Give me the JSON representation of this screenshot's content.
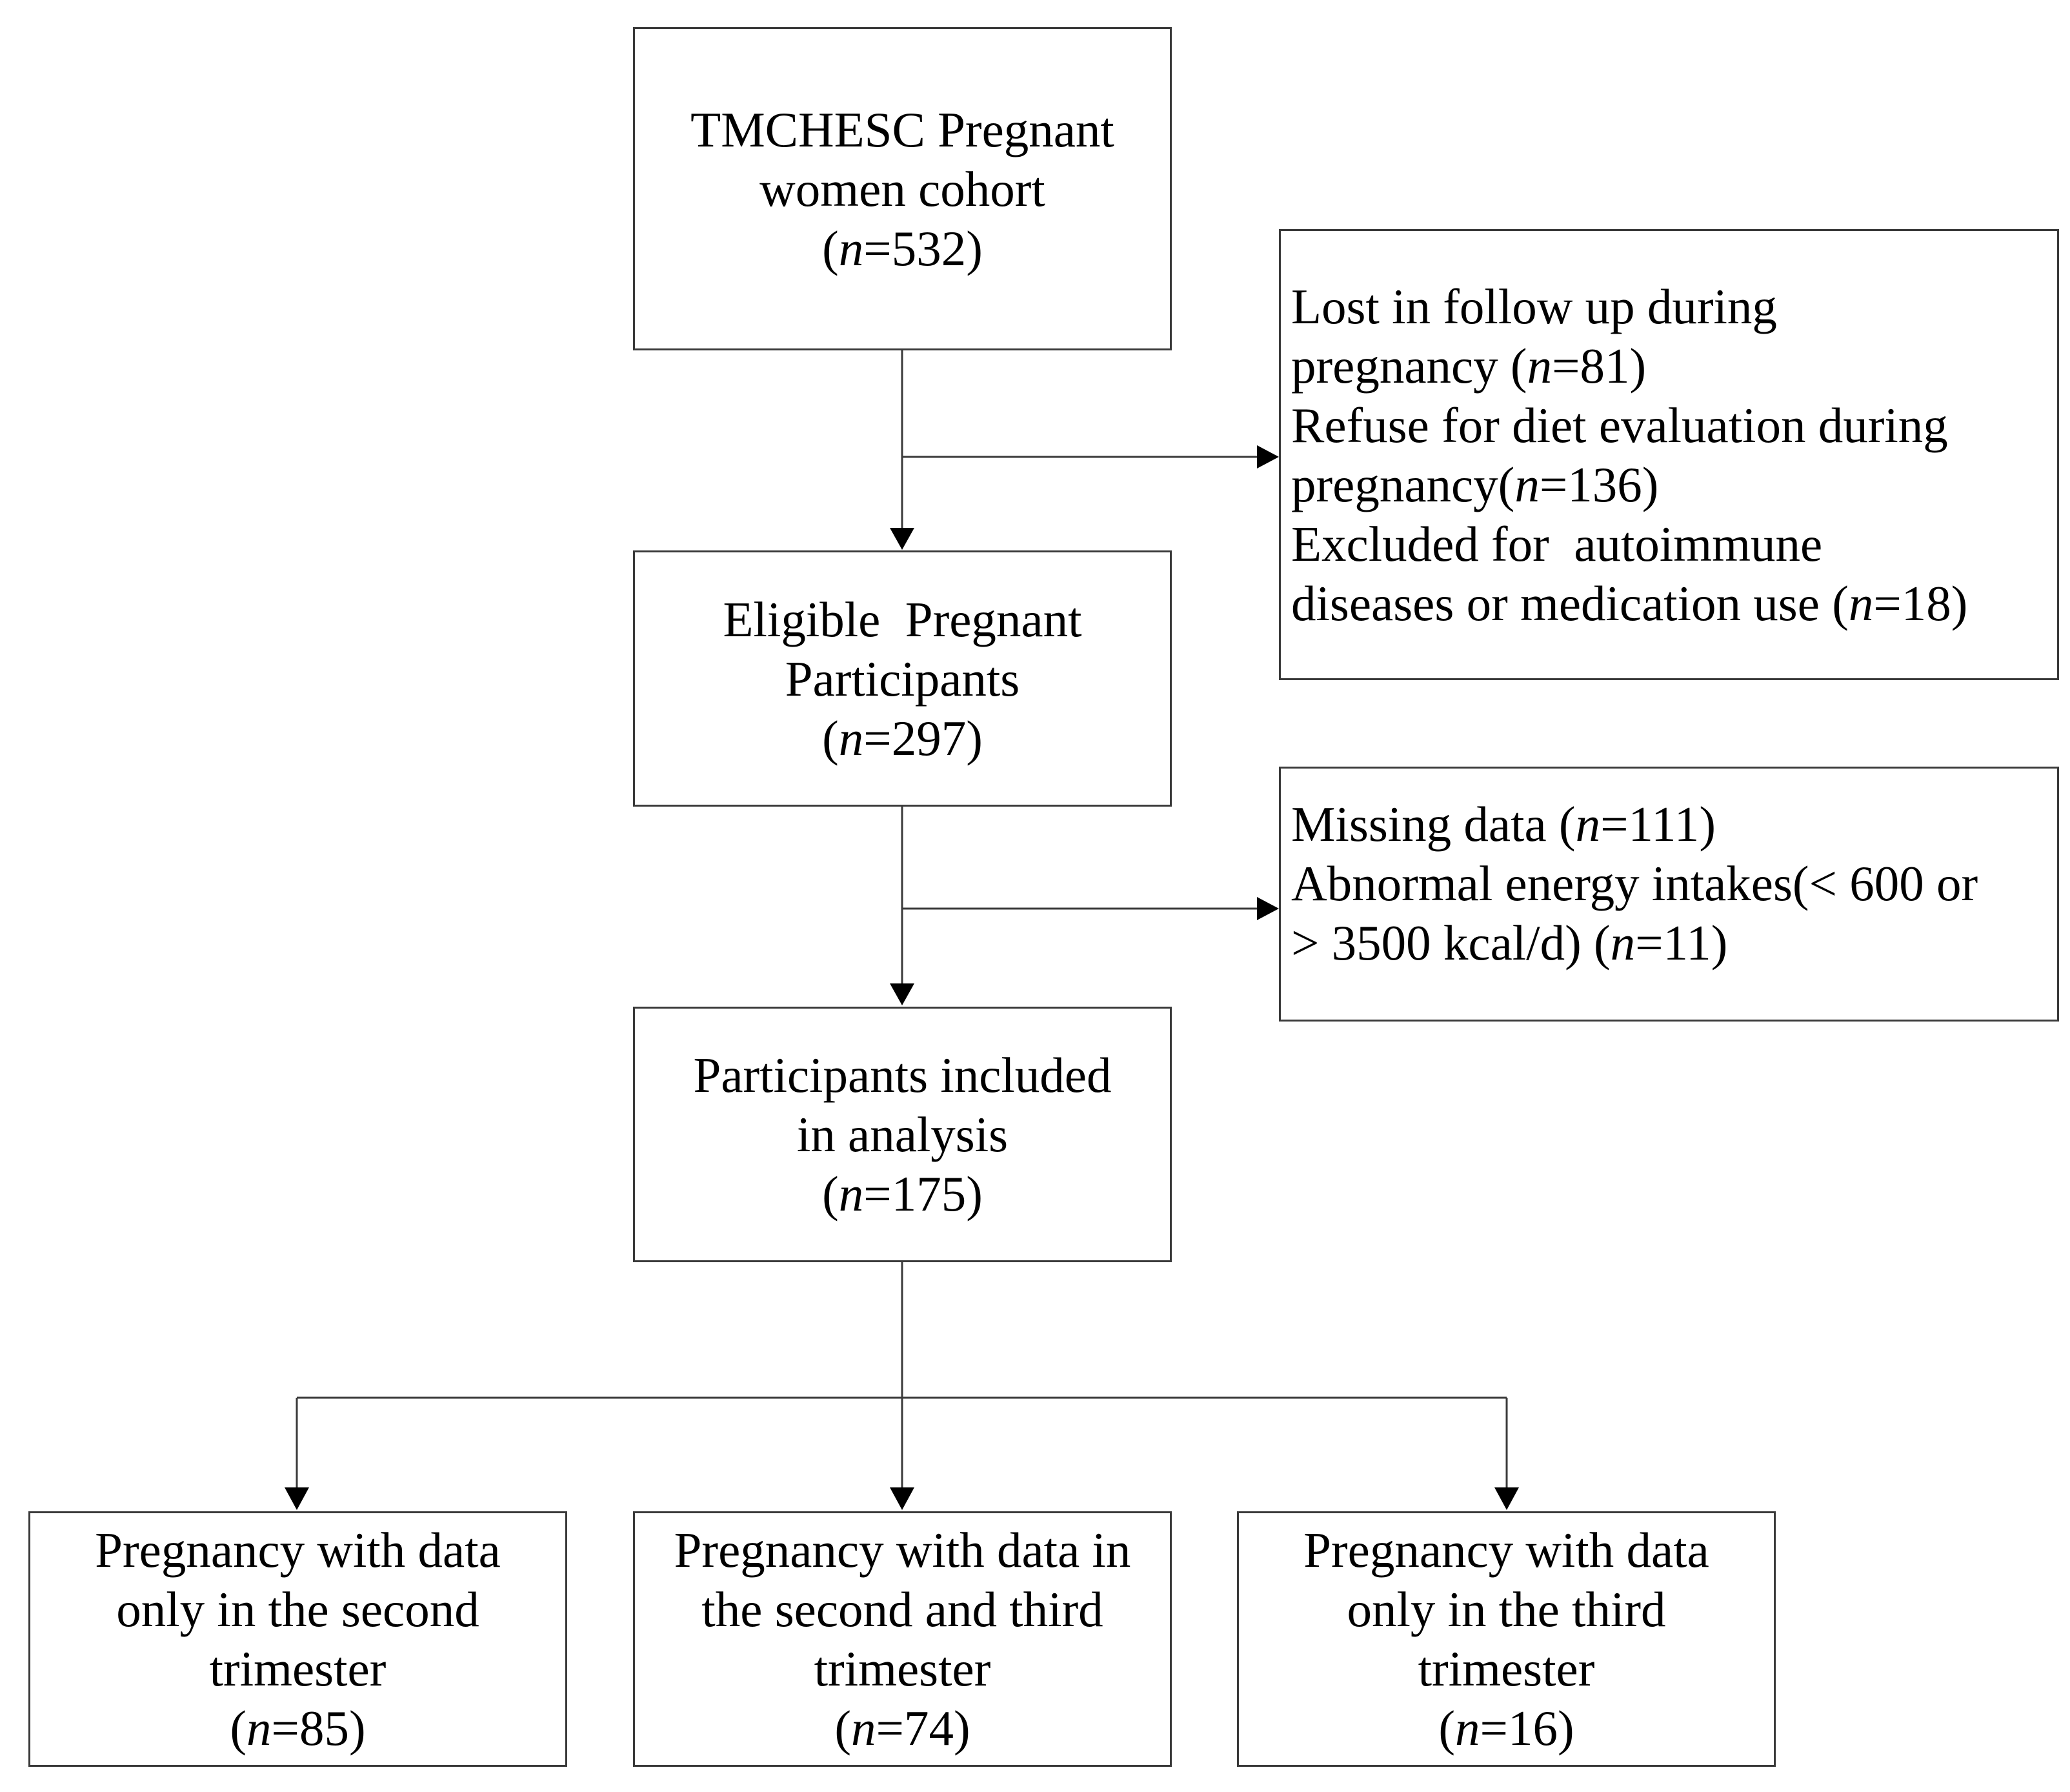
{
  "boxes": {
    "cohort": {
      "lines": [
        "TMCHESC Pregnant",
        "women cohort"
      ],
      "n": "532"
    },
    "excl1": {
      "lines": [
        {
          "text": "Lost in follow up during"
        },
        {
          "text": "pregnancy (",
          "n": "81",
          "after": ")"
        },
        {
          "text": "Refuse for diet evaluation during"
        },
        {
          "text": "pregnancy(",
          "n": "136",
          "after": ")"
        },
        {
          "text": "Excluded for  autoimmune"
        },
        {
          "text": "diseases or medication use (",
          "n": "18",
          "after": ")"
        }
      ]
    },
    "eligible": {
      "lines": [
        "Eligible  Pregnant",
        "Participants"
      ],
      "n": "297"
    },
    "excl2": {
      "lines": [
        {
          "text": "Missing data (",
          "n": "111",
          "after": ")"
        },
        {
          "text": "Abnormal energy intakes(< 600 or"
        },
        {
          "text": "> 3500 kcal/d) (",
          "n": "11",
          "after": ")"
        }
      ]
    },
    "included": {
      "lines": [
        "Participants included",
        "in analysis"
      ],
      "n": "175"
    },
    "second_only": {
      "lines": [
        "Pregnancy with data",
        "only in the second",
        "trimester"
      ],
      "n": "85"
    },
    "both": {
      "lines": [
        "Pregnancy with data in",
        "the second and third",
        "trimester"
      ],
      "n": "74"
    },
    "third_only": {
      "lines": [
        "Pregnancy with data",
        "only in the third",
        "trimester"
      ],
      "n": "16"
    }
  },
  "n_symbol": "n",
  "colors": {
    "line": "#3a3a3a",
    "text": "#000000",
    "background": "#ffffff"
  }
}
